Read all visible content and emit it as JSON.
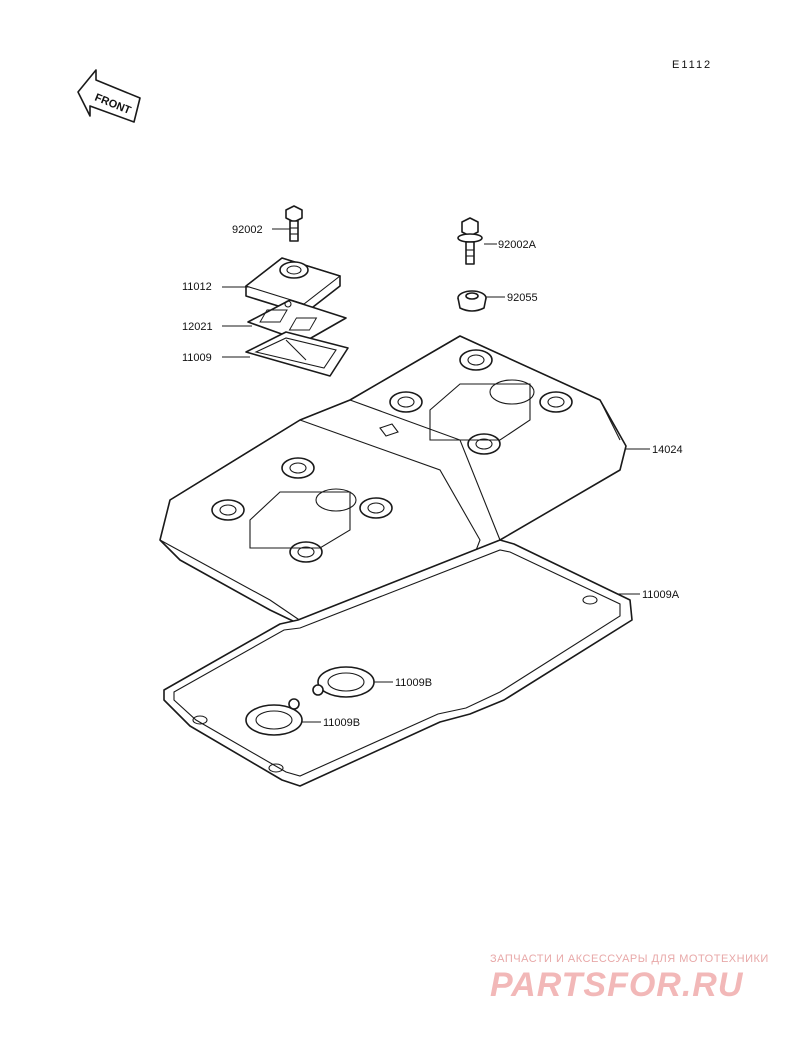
{
  "diagram": {
    "code": "E1112",
    "front_label": "FRONT",
    "parts": [
      {
        "id": "p1",
        "number": "92002"
      },
      {
        "id": "p2",
        "number": "11012"
      },
      {
        "id": "p3",
        "number": "12021"
      },
      {
        "id": "p4",
        "number": "11009"
      },
      {
        "id": "p5",
        "number": "92002A"
      },
      {
        "id": "p6",
        "number": "92055"
      },
      {
        "id": "p7",
        "number": "14024"
      },
      {
        "id": "p8",
        "number": "11009A"
      },
      {
        "id": "p9",
        "number": "11009B"
      },
      {
        "id": "p10",
        "number": "11009B"
      }
    ]
  },
  "watermark": {
    "tagline": "ЗАПЧАСТИ И АКСЕССУАРЫ ДЛЯ МОТОТЕХНИКИ",
    "logo": "PARTSFOR.RU",
    "color": "#f2b8b8"
  }
}
